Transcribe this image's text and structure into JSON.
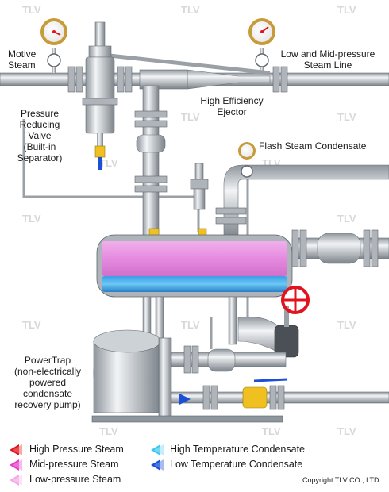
{
  "labels": {
    "motive_steam": [
      "Motive",
      "Steam"
    ],
    "low_mid_pressure_line": [
      "Low and Mid-pressure",
      "Steam Line"
    ],
    "pressure_reducing_valve": [
      "Pressure",
      "Reducing",
      "Valve",
      "(Built-in",
      "Separator)"
    ],
    "high_efficiency_ejector": [
      "High Efficiency",
      "Ejector"
    ],
    "flash_steam_condensate": "Flash Steam Condensate",
    "powertrap": [
      "PowerTrap",
      "(non-electrically",
      "powered",
      "condensate",
      "recovery pump)"
    ]
  },
  "legend": [
    {
      "label": "High Pressure Steam",
      "color": "#e0141e"
    },
    {
      "label": "Mid-pressure Steam",
      "color": "#e63cc8"
    },
    {
      "label": "Low-pressure Steam",
      "color": "#f4a8e6"
    },
    {
      "label": "High Temperature Condensate",
      "color": "#3cc8ee"
    },
    {
      "label": "Low Temperature Condensate",
      "color": "#1a4fd6"
    }
  ],
  "watermark": "TLV",
  "copyright": "Copyright TLV CO., LTD.",
  "colors": {
    "pipe": "#b9bfc5",
    "tank_steam": "#e68ae0",
    "tank_condensate": "#3aa8e0",
    "handwheel": "#e0141e",
    "valve_yellow": "#f0c020"
  }
}
